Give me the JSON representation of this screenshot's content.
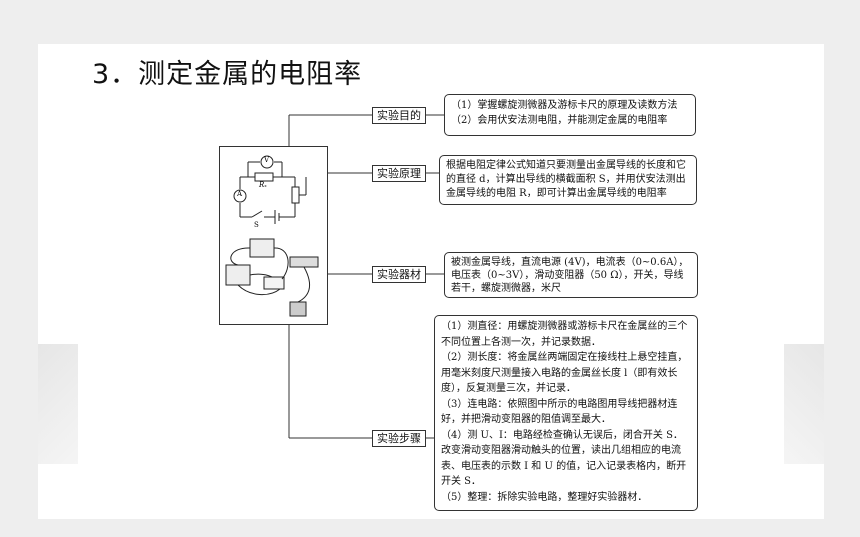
{
  "title": "3．测定金属的电阻率",
  "diagram_labels": {
    "voltmeter": "V",
    "ammeter": "A",
    "resistor": "Rₓ",
    "switch": "S"
  },
  "branches": [
    {
      "label": "实验目的",
      "items": [
        "（1）掌握螺旋测微器及游标卡尺的原理及读数方法",
        "（2）会用伏安法测电阻，并能测定金属的电阻率"
      ]
    },
    {
      "label": "实验原理",
      "items": [
        "根据电阻定律公式知道只要测量出金属导线的长度和它的直径 d，计算出导线的横截面积 S，并用伏安法测出金属导线的电阻 R，即可计算出金属导线的电阻率"
      ]
    },
    {
      "label": "实验器材",
      "items": [
        "被测金属导线，直流电源 (4V)，电流表（0~0.6A），电压表（0~3V），滑动变阻器（50 Ω），开关，导线若干，螺旋测微器，米尺"
      ]
    },
    {
      "label": "实验步骤",
      "items": [
        "（1）测直径：用螺旋测微器或游标卡尺在金属丝的三个不同位置上各测一次，并记录数据．",
        "（2）测长度：将金属丝两端固定在接线柱上悬空挂直，用毫米刻度尺测量接入电路的金属丝长度 l（即有效长度），反复测量三次，并记录．",
        "（3）连电路：依照图中所示的电路图用导线把器材连好，并把滑动变阻器的阻值调至最大．",
        "（4）测 U、I：电路经检查确认无误后，闭合开关 S．改变滑动变阻器滑动触头的位置，读出几组相应的电流表、电压表的示数 I 和 U 的值，记入记录表格内，断开开关 S．",
        "（5）整理：拆除实验电路，整理好实验器材．"
      ]
    }
  ]
}
